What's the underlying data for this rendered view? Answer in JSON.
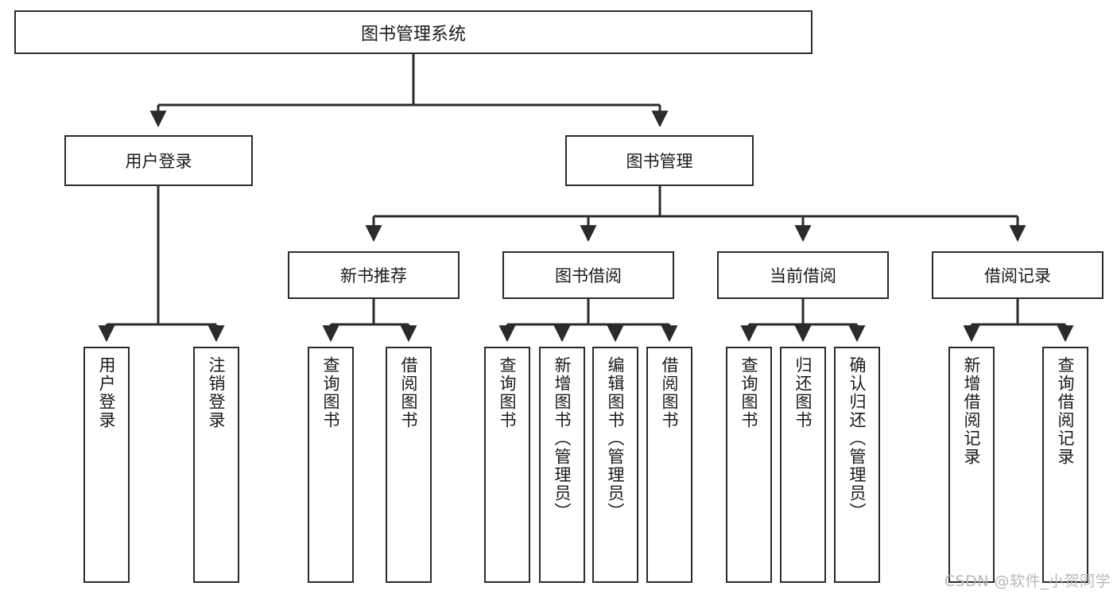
{
  "diagram": {
    "title": "图书管理系统",
    "type": "tree",
    "root": {
      "label": "图书管理系统"
    },
    "level1": [
      {
        "label": "用户登录"
      },
      {
        "label": "图书管理"
      }
    ],
    "level2": [
      {
        "label": "新书推荐"
      },
      {
        "label": "图书借阅"
      },
      {
        "label": "当前借阅"
      },
      {
        "label": "借阅记录"
      }
    ],
    "leaves": {
      "user_login": [
        {
          "label": "用户登录"
        },
        {
          "label": "注销登录"
        }
      ],
      "new_book_recommend": [
        {
          "label": "查询图书"
        },
        {
          "label": "借阅图书"
        }
      ],
      "book_borrow": [
        {
          "label": "查询图书"
        },
        {
          "label": "新增图书（管理员）"
        },
        {
          "label": "编辑图书（管理员）"
        },
        {
          "label": "借阅图书"
        }
      ],
      "current_borrow": [
        {
          "label": "查询图书"
        },
        {
          "label": "归还图书"
        },
        {
          "label": "确认归还（管理员）"
        }
      ],
      "borrow_records": [
        {
          "label": "新增借阅记录"
        },
        {
          "label": "查询借阅记录"
        }
      ]
    }
  },
  "watermark": {
    "text": "CSDN @软件_小贺同学"
  },
  "colors": {
    "stroke": "#2b2b2b",
    "background": "#ffffff",
    "text": "#1a1a1a",
    "watermark": "#b8b8b8"
  }
}
